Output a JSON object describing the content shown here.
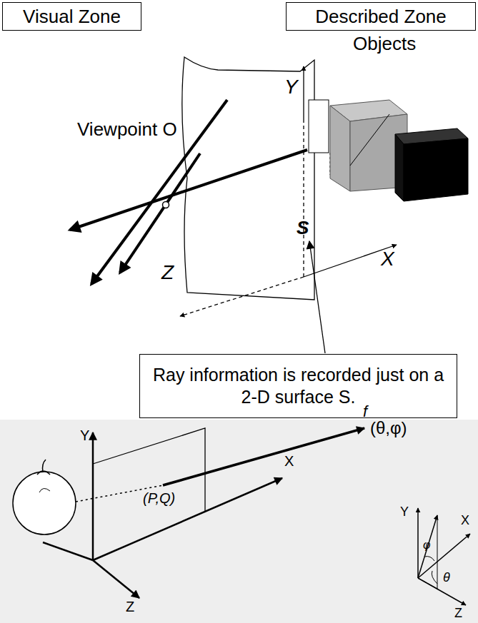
{
  "diagram": {
    "nodes": [
      {
        "text": [
          "Visual Zone"
        ]
      },
      {
        "text": [
          "Described Zone"
        ]
      },
      {
        "text": [
          "Ray information is recorded just on a 2-D surface S."
        ]
      }
    ],
    "labels": [
      "Objects",
      "Y",
      "Viewpoint O",
      "S",
      "X",
      "Z",
      "Y",
      "f",
      "(θ,φ)",
      "(P,Q)",
      "X",
      "Z",
      "Y",
      "X",
      "φ",
      "θ",
      "Z"
    ]
  }
}
